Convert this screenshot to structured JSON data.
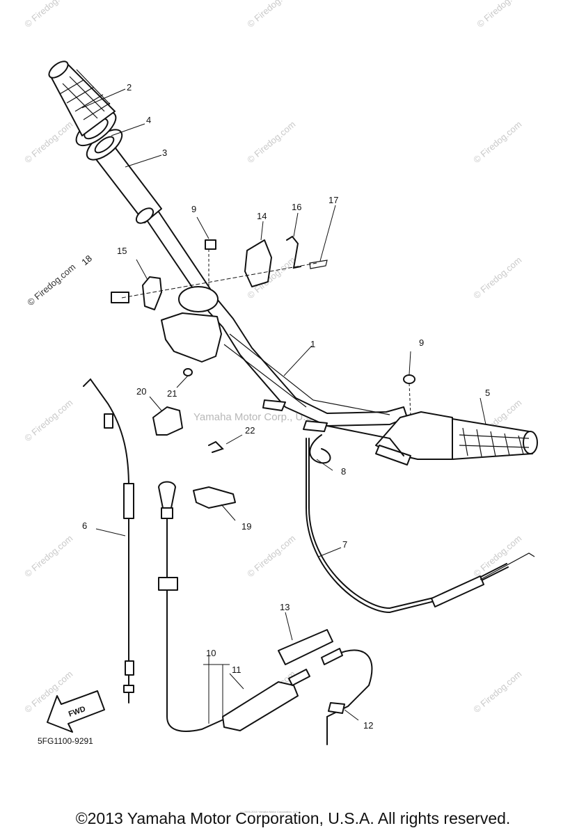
{
  "callouts": {
    "c1": "1",
    "c2": "2",
    "c3": "3",
    "c4": "4",
    "c5": "5",
    "c6": "6",
    "c7": "7",
    "c8": "8",
    "c9a": "9",
    "c9b": "9",
    "c10": "10",
    "c11": "11",
    "c12": "12",
    "c13": "13",
    "c14": "14",
    "c15": "15",
    "c16": "16",
    "c17": "17",
    "c18": "18",
    "c19": "19",
    "c20": "20",
    "c21": "21",
    "c22": "22"
  },
  "watermark": {
    "site": "© Firedog.com",
    "center": "Yamaha Motor Corp., U.S.A.",
    "tiny": "(c) 2005-2015 Yamaha Motor Corporation, U.S.A."
  },
  "diagram_code": "5FG1100-9291",
  "fwd_label": "FWD",
  "footer": "©2013 Yamaha Motor Corporation, U.S.A. All rights reserved."
}
